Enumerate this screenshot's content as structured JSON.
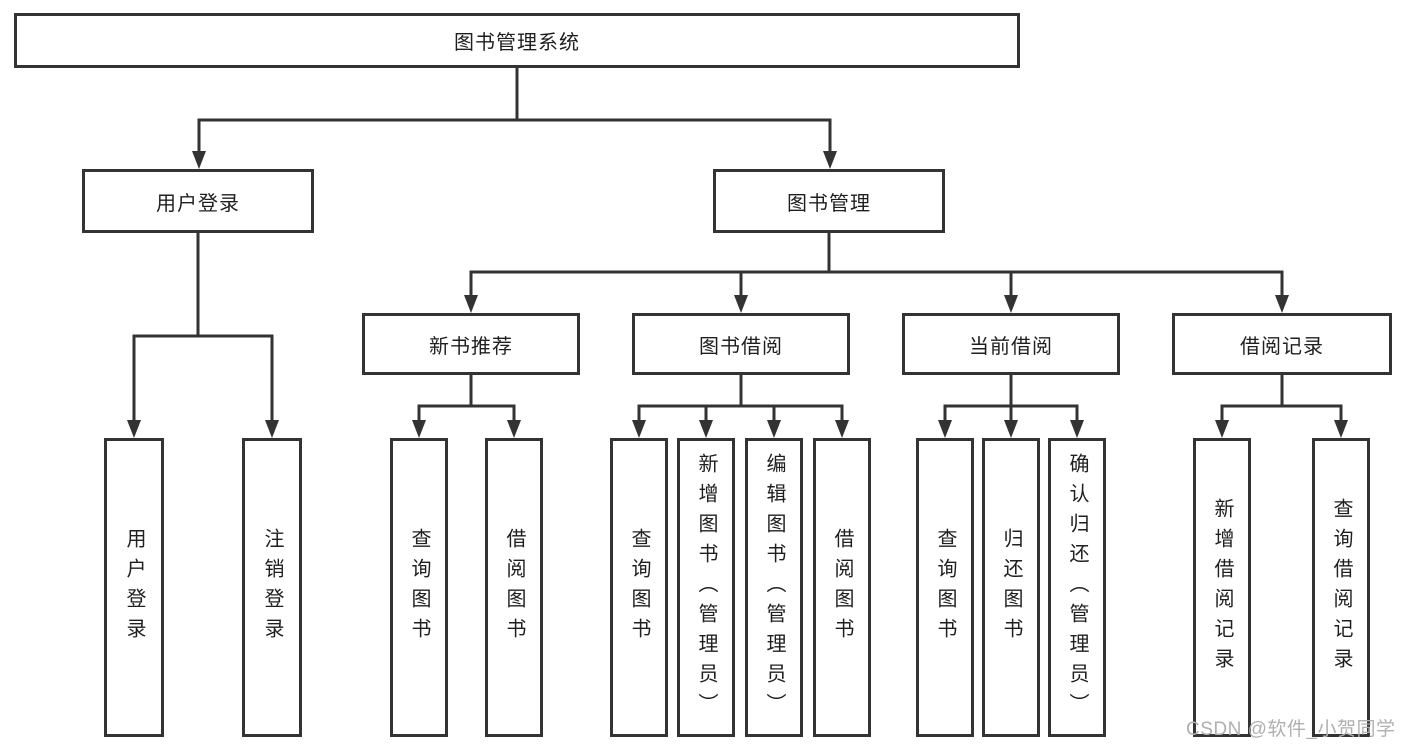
{
  "tree": {
    "root": "图书管理系统",
    "branches": [
      {
        "label": "用户登录",
        "children": [
          "用户登录",
          "注销登录"
        ]
      },
      {
        "label": "图书管理",
        "groups": [
          {
            "label": "新书推荐",
            "children": [
              "查询图书",
              "借阅图书"
            ]
          },
          {
            "label": "图书借阅",
            "children": [
              "查询图书",
              "新增图书（管理员）",
              "编辑图书（管理员）",
              "借阅图书"
            ]
          },
          {
            "label": "当前借阅",
            "children": [
              "查询图书",
              "归还图书",
              "确认归还（管理员）"
            ]
          },
          {
            "label": "借阅记录",
            "children": [
              "新增借阅记录",
              "查询借阅记录"
            ]
          }
        ]
      }
    ]
  },
  "watermark": "CSDN @软件_小贺同学",
  "colors": {
    "line": "#333333",
    "box_border": "#333333",
    "text": "#1f1f1f",
    "watermark": "#b0b0b0",
    "background": "#ffffff"
  }
}
